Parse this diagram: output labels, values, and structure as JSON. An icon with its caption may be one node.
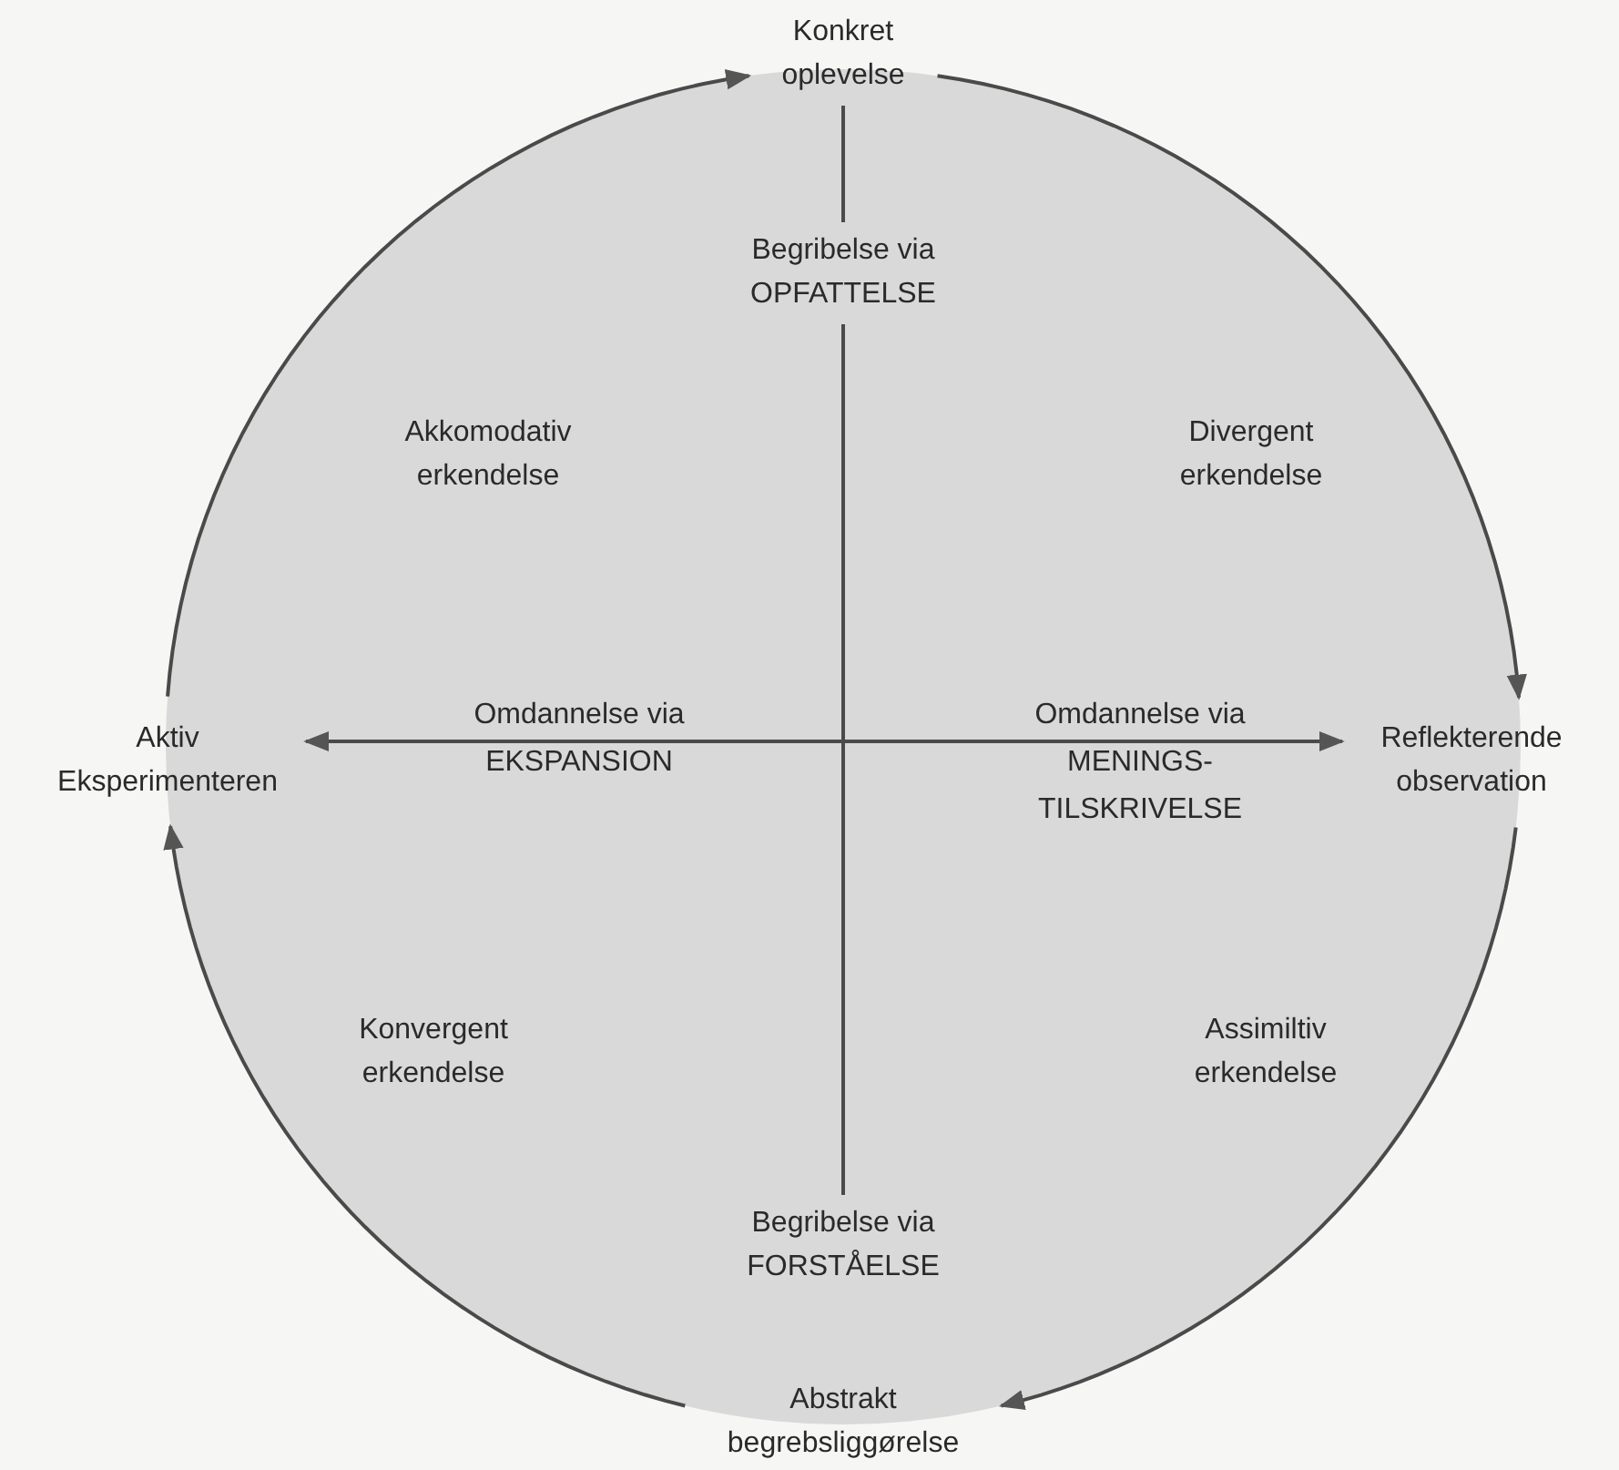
{
  "diagram": {
    "nodes": [
      {
        "text": [
          "Konkret oplevelse"
        ]
      },
      {
        "text": [
          "Begribelse via OPFATTELSE"
        ]
      },
      {
        "text": [
          "Aktiv Eksperimenteren"
        ]
      },
      {
        "text": [
          "Reflekterende observation"
        ]
      },
      {
        "text": [
          "Begribelse via FORSTÅELSE"
        ]
      },
      {
        "text": [
          "Abstrakt begrebsliggørelse"
        ]
      }
    ],
    "edges": [
      {
        "from": 2,
        "to": 0,
        "arrow": "to"
      },
      {
        "from": 0,
        "to": 3,
        "arrow": "to"
      },
      {
        "from": 3,
        "to": 5,
        "arrow": "to"
      },
      {
        "from": 5,
        "to": 2,
        "arrow": "to"
      },
      {
        "from": 0,
        "to": 1,
        "arrow": "none"
      },
      {
        "from": 1,
        "to": 4,
        "arrow": "none"
      },
      {
        "from": null,
        "to": 2,
        "arrow": "to"
      },
      {
        "from": null,
        "to": 3,
        "arrow": "to"
      }
    ],
    "labels": [
      "Akkomodativ erkendelse",
      "Divergent erkendelse",
      "Omdannelse via EKSPANSION",
      "Omdannelse via MENINGS- TILSKRIVELSE",
      "Konvergent erkendelse",
      "Assimiltiv erkendelse"
    ]
  }
}
